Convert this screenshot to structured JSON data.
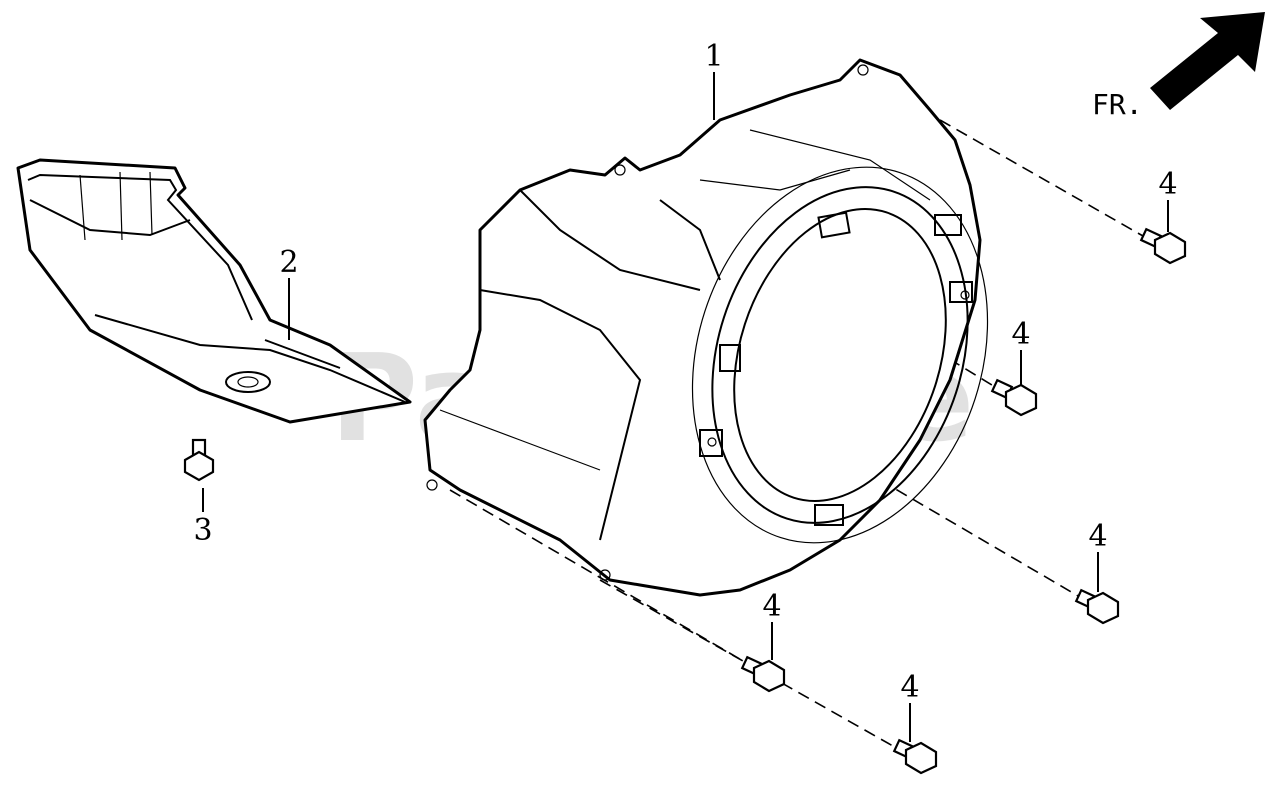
{
  "watermark": "PartsTree",
  "direction": {
    "label": "FR.",
    "arrow_icon": "front-direction-arrow-icon"
  },
  "callouts": [
    {
      "id": "fan-cover-callout",
      "number": "1"
    },
    {
      "id": "fan-cover-shroud-callout",
      "number": "2"
    },
    {
      "id": "shroud-bolt-callout",
      "number": "3"
    },
    {
      "id": "flange-bolt-callout-a",
      "number": "4"
    },
    {
      "id": "flange-bolt-callout-b",
      "number": "4"
    },
    {
      "id": "flange-bolt-callout-c",
      "number": "4"
    },
    {
      "id": "flange-bolt-callout-d",
      "number": "4"
    },
    {
      "id": "flange-bolt-callout-e",
      "number": "4"
    }
  ],
  "colors": {
    "ink": "#000000",
    "paper": "#ffffff",
    "watermark": "#c8c8c8"
  }
}
